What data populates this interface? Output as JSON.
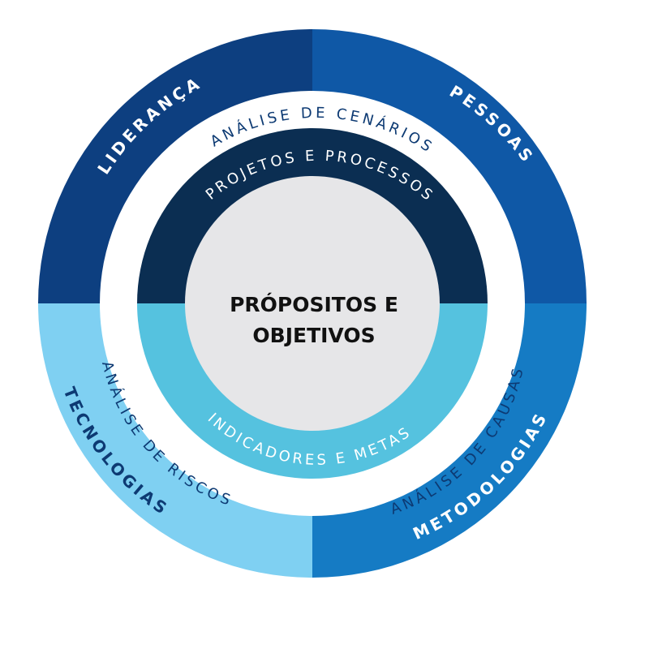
{
  "center": {
    "line1": "PRÓPOSITOS E",
    "line2": "OBJETIVOS"
  },
  "outer_ring": [
    {
      "label": "LIDERANÇA",
      "quadrant": "top-left",
      "color": "#0d3f80"
    },
    {
      "label": "PESSOAS",
      "quadrant": "top-right",
      "color": "#0f58a6"
    },
    {
      "label": "TECNOLOGIAS",
      "quadrant": "bottom-left",
      "color": "#7fd0f2"
    },
    {
      "label": "METODOLOGIAS",
      "quadrant": "bottom-right",
      "color": "#157bc4"
    }
  ],
  "middle_ring": {
    "color": "#ffffff",
    "labels": [
      "ANÁLISE DE CENÁRIOS",
      "ANÁLISE DE RISCOS",
      "ANÁLISE DE CAUSAS"
    ]
  },
  "inner_ring": [
    {
      "label": "PROJETOS E PROCESSOS",
      "half": "top",
      "color": "#0b2e52"
    },
    {
      "label": "INDICADORES E METAS",
      "half": "bottom",
      "color": "#55c2df"
    }
  ],
  "center_color": "#e6e6e8"
}
